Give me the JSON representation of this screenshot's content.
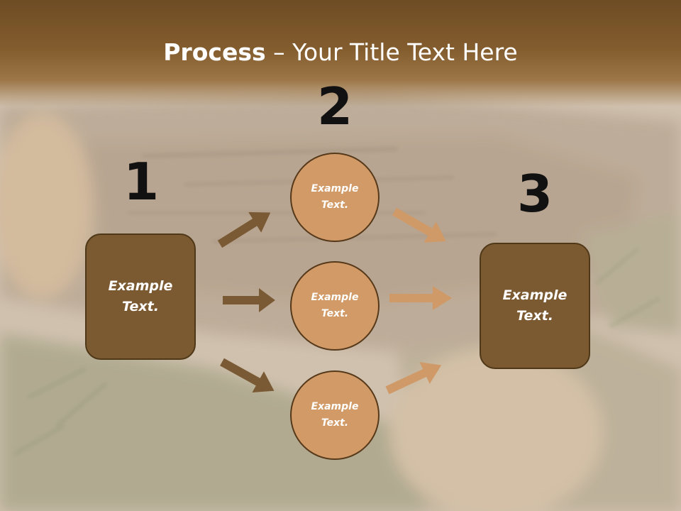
{
  "slide": {
    "title_bold": "Process",
    "title_rest": " – Your Title Text Here"
  },
  "steps": [
    {
      "number": "1",
      "text": "Example\nText."
    },
    {
      "number": "2",
      "text": "Example\nText."
    },
    {
      "number": "3",
      "text": "Example\nText."
    }
  ],
  "circles": [
    {
      "text": "Example\nText."
    },
    {
      "text": "Example\nText."
    },
    {
      "text": "Example\nText."
    }
  ],
  "colors": {
    "box_fill": "#7c5a31",
    "circle_fill": "#d19a66",
    "arrow_dark": "#7a5a34",
    "arrow_light": "#cf9a68"
  }
}
